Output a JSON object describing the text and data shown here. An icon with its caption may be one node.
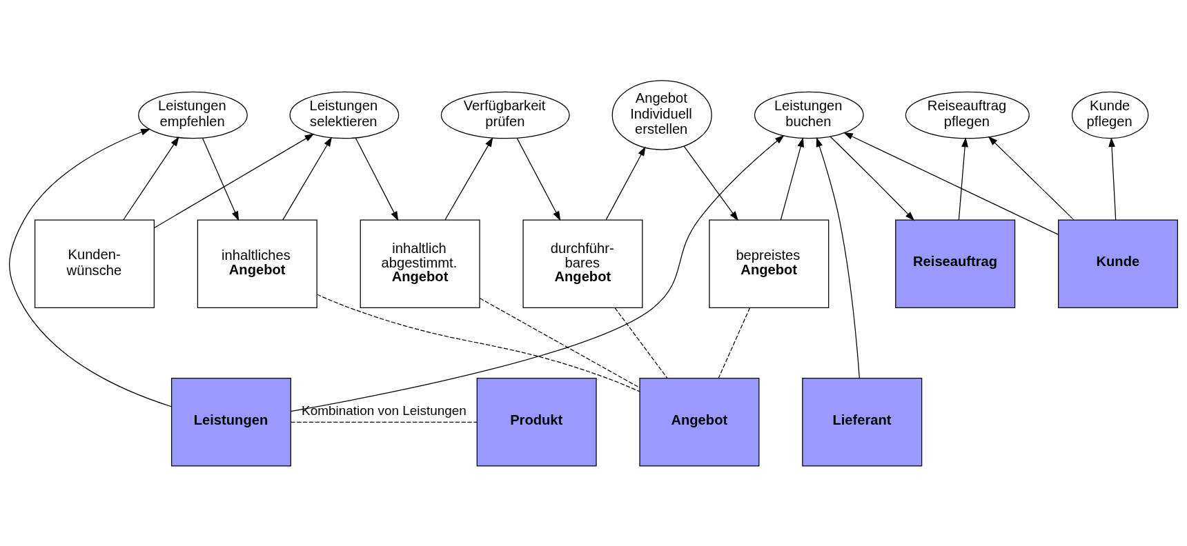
{
  "diagram": {
    "nodes": [
      {
        "text": [
          "Leistungen empfehlen"
        ]
      },
      {
        "text": [
          "Leistungen selektieren"
        ]
      },
      {
        "text": [
          "Verfügbarkeit prüfen"
        ]
      },
      {
        "text": [
          "Angebot Individuell erstellen"
        ]
      },
      {
        "text": [
          "Leistungen buchen"
        ]
      },
      {
        "text": [
          "Reiseauftrag pflegen"
        ]
      },
      {
        "text": [
          "Kunde pflegen"
        ]
      },
      {
        "text": [
          "Kunden- wünsche"
        ]
      },
      {
        "text": [
          "inhaltliches **Angebot**"
        ]
      },
      {
        "text": [
          "inhaltlich abgestimmt. **Angebot**"
        ]
      },
      {
        "text": [
          "durchführ- bares **Angebot**"
        ]
      },
      {
        "text": [
          "bepreistes **Angebot**"
        ]
      },
      {
        "text": [
          "Reiseauftrag"
        ]
      },
      {
        "text": [
          "Kunde"
        ]
      },
      {
        "text": [
          "Leistungen"
        ]
      },
      {
        "text": [
          "Produkt"
        ]
      },
      {
        "text": [
          "Angebot"
        ]
      },
      {
        "text": [
          "Lieferant"
        ]
      }
    ],
    "edges": [
      {
        "from": 14,
        "to": 0,
        "arrow": "to"
      },
      {
        "from": 7,
        "to": 0,
        "arrow": "to"
      },
      {
        "from": 0,
        "to": 8,
        "arrow": "to"
      },
      {
        "from": 7,
        "to": 1,
        "arrow": "to"
      },
      {
        "from": 8,
        "to": 1,
        "arrow": "to"
      },
      {
        "from": 1,
        "to": 9,
        "arrow": "to"
      },
      {
        "from": 9,
        "to": 2,
        "arrow": "to"
      },
      {
        "from": 2,
        "to": 10,
        "arrow": "to"
      },
      {
        "from": 10,
        "to": 3,
        "arrow": "to"
      },
      {
        "from": 3,
        "to": 11,
        "arrow": "to"
      },
      {
        "from": 11,
        "to": 4,
        "arrow": "to"
      },
      {
        "from": 14,
        "to": 4,
        "arrow": "to"
      },
      {
        "from": 17,
        "to": 4,
        "arrow": "to"
      },
      {
        "from": 4,
        "to": 12,
        "arrow": "to"
      },
      {
        "from": 13,
        "to": 4,
        "arrow": "to"
      },
      {
        "from": 12,
        "to": 5,
        "arrow": "to"
      },
      {
        "from": 13,
        "to": 5,
        "arrow": "to"
      },
      {
        "from": 13,
        "to": 6,
        "arrow": "to"
      },
      {
        "from": 8,
        "to": 16,
        "arrow": "none",
        "style": "dashed"
      },
      {
        "from": 9,
        "to": 16,
        "arrow": "none",
        "style": "dashed"
      },
      {
        "from": 10,
        "to": 16,
        "arrow": "none",
        "style": "dashed"
      },
      {
        "from": 11,
        "to": 16,
        "arrow": "none",
        "style": "dashed"
      },
      {
        "from": 14,
        "to": 15,
        "arrow": "none",
        "style": "dashed",
        "label": "Kombination von Leistungen"
      }
    ]
  }
}
